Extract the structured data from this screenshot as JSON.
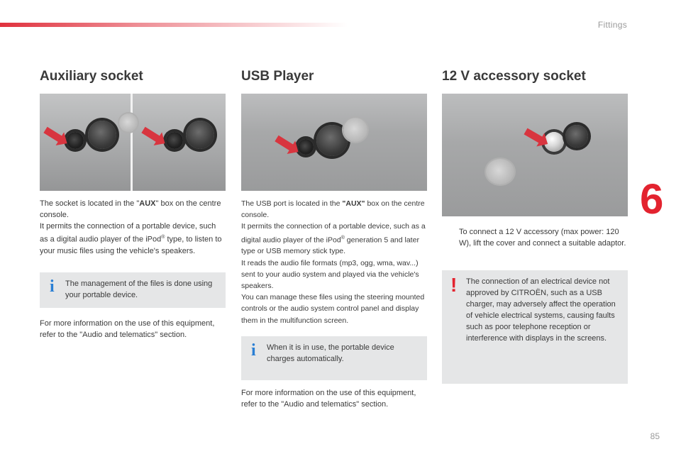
{
  "header": {
    "section": "Fittings",
    "chapter": "6",
    "page": "85"
  },
  "aux": {
    "title": "Auxiliary socket",
    "p1_pre": "The socket is located in the \"",
    "p1_bold": "AUX",
    "p1_post": "\" box on the centre console.",
    "p2_pre": "It permits the connection of a portable device, such as a digital audio player of the iPod",
    "reg": "®",
    "p2_post": " type, to listen to your music files using the vehicle's speakers.",
    "info": "The management of the files is done using your portable device.",
    "more": "For more information on the use of this equipment, refer to the \"Audio and telematics\" section."
  },
  "usb": {
    "title": "USB Player",
    "p1_pre": "The USB port is located in the ",
    "p1_bold": "\"AUX\"",
    "p1_post": " box on the centre console.",
    "p2_pre": "It permits the connection of a portable device, such as a digital audio player of the iPod",
    "reg": "®",
    "p2_post": " generation 5 and later type or USB memory stick type.",
    "p3": "It reads the audio file formats (mp3, ogg, wma, wav...) sent to your audio system and played via the vehicle's speakers.",
    "p4": "You can manage these files using the steering mounted controls or the audio system control panel and display them in the multifunction screen.",
    "info": "When it is in use, the portable device charges automatically.",
    "more": "For more information on the use of this equipment, refer to the \"Audio and telematics\" section."
  },
  "acc": {
    "title": "12 V accessory socket",
    "bullet_mark": "",
    "bullet": "To connect a 12 V accessory (max power: 120 W), lift the cover and connect a suitable adaptor.",
    "warning": "The connection of an electrical device not approved by CITROËN, such as a USB charger, may adversely affect the operation of vehicle electrical systems, causing faults such as poor telephone reception or interference with displays in the screens."
  },
  "icons": {
    "info": "i",
    "warning": "!"
  },
  "colors": {
    "accent": "#e3232f",
    "info": "#2a7fd4",
    "box": "#e5e6e7"
  }
}
